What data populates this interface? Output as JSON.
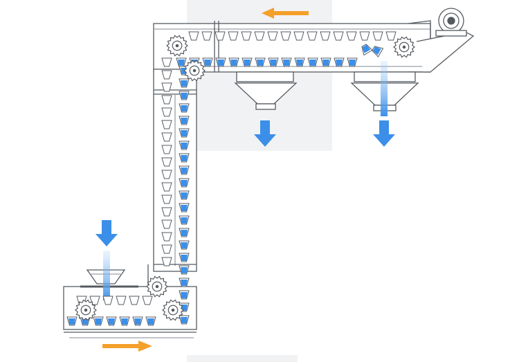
{
  "diagram": {
    "subject": "z-type-bucket-elevator",
    "colors": {
      "frame": "#555a60",
      "frame_light": "#9aa0a6",
      "material": "#3b8fe8",
      "material_light": "#9cc9f5",
      "direction_arrow": "#f5a02a",
      "panel": "#f1f2f4"
    },
    "icons": {
      "inlet_arrow": "arrow-down-icon",
      "outlet_arrows": "arrow-down-icon",
      "top_run_direction": "arrow-left-icon",
      "bottom_run_direction": "arrow-right-icon",
      "motor": "motor-icon",
      "sprocket": "sprocket-icon"
    },
    "components": {
      "inlet_hopper_count": 1,
      "discharge_outlet_count": 2,
      "drive_motor_count": 1
    }
  }
}
